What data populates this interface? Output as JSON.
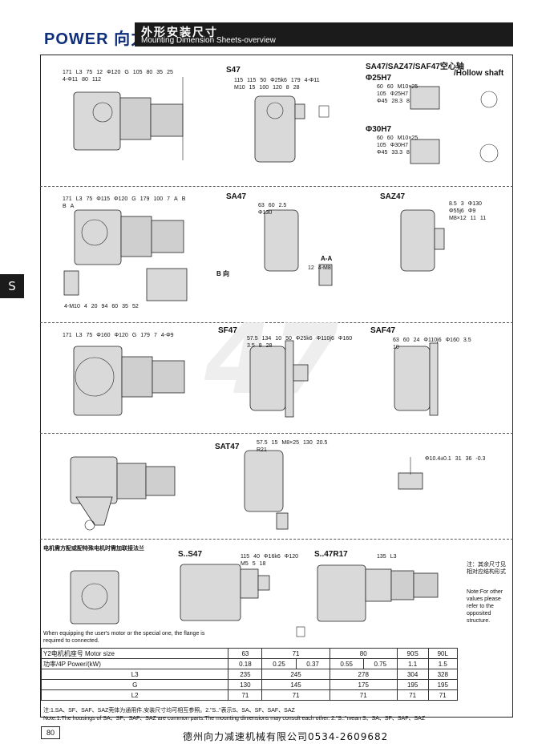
{
  "header": {
    "brand": "POWER 向力",
    "reg_mark": "®",
    "title_cn": "外形安装尺寸",
    "title_en": "Mounting Dimension Sheets-overview"
  },
  "side_tab": "S",
  "watermark": "47",
  "sections": {
    "s47": {
      "title": "S47",
      "side_dims": [
        "171",
        "L3",
        "75",
        "12",
        "Φ120",
        "G",
        "105",
        "80",
        "35",
        "25",
        "4-Φ11",
        "80",
        "112"
      ],
      "front_dims": [
        "115",
        "115",
        "50",
        "Φ25k6",
        "179",
        "4-Φ11",
        "M10",
        "15",
        "100",
        "120",
        "8",
        "28"
      ]
    },
    "hollow": {
      "title": "SA47/SAZ47/SAF47空心轴",
      "subtitle": "/Hollow shaft",
      "d1": "Φ25H7",
      "d1_dims": [
        "60",
        "60",
        "M10×25",
        "105",
        "Φ25H7",
        "Φ45",
        "28.3",
        "8"
      ],
      "d2": "Φ30H7",
      "d2_dims": [
        "60",
        "60",
        "M10×25",
        "105",
        "Φ30H7",
        "Φ45",
        "33.3",
        "8"
      ]
    },
    "sa47": {
      "title": "SA47",
      "side_dims": [
        "171",
        "L3",
        "75",
        "Φ115",
        "Φ120",
        "G",
        "179",
        "100",
        "7",
        "A",
        "B",
        "B",
        "A"
      ],
      "front_dims": [
        "63",
        "60",
        "2.5",
        "Φ130"
      ],
      "section_aa": "A-A",
      "aa_dims": [
        "12",
        "4-M8"
      ],
      "bb_label": "B 向",
      "bottom_dims": [
        "4-M10",
        "4",
        "20",
        "94",
        "60",
        "35",
        "52"
      ]
    },
    "saz47": {
      "title": "SAZ47",
      "dims": [
        "8.5",
        "3",
        "Φ130",
        "Φ55j6",
        "Φ9",
        "M8×12",
        "11",
        "11"
      ]
    },
    "sf47": {
      "title": "SF47",
      "side_dims": [
        "171",
        "L3",
        "75",
        "Φ160",
        "Φ120",
        "G",
        "179",
        "7",
        "4-Φ9"
      ],
      "front_dims": [
        "57.5",
        "134",
        "10",
        "50",
        "Φ25k6",
        "Φ110j6",
        "Φ160",
        "3.5",
        "8",
        "28"
      ]
    },
    "saf47": {
      "title": "SAF47",
      "dims": [
        "63",
        "60",
        "24",
        "Φ110j6",
        "Φ160",
        "3.5",
        "10"
      ]
    },
    "sat47": {
      "title": "SAT47",
      "dims": [
        "57.5",
        "15",
        "M8×25",
        "130",
        "20.5",
        "R21"
      ],
      "arm_dims": [
        "Φ10.4±0.1",
        "31",
        "36",
        "-0.3"
      ]
    },
    "motor_flange": {
      "caption": "电机需方配或配特殊电机时需加联接法兰"
    },
    "s_s47": {
      "title": "S..S47",
      "dims": [
        "115",
        "40",
        "Φ16k6",
        "Φ120",
        "M5",
        "5",
        "18"
      ]
    },
    "s_47r17": {
      "title": "S..47R17",
      "dims": [
        "135",
        "L3"
      ]
    },
    "side_note": {
      "cn": "注：其余尺寸见相对应结构形式",
      "en": "Note:For other values please refer to the opposited structure."
    },
    "motor_note": "When equipping the user's motor or the special one, the flange is required to connected."
  },
  "spec_table": {
    "head1": "Y2电机机座号 Motor size",
    "sizes": [
      "63",
      "71",
      "80",
      "90S",
      "90L"
    ],
    "head2": "功率/4P Power/(kW)",
    "powers": [
      "0.18",
      "0.25",
      "0.37",
      "0.55",
      "0.75",
      "1.1",
      "1.5"
    ],
    "rows": [
      {
        "label": "L3",
        "values": [
          "235",
          "245",
          "278",
          "304",
          "328"
        ]
      },
      {
        "label": "G",
        "values": [
          "130",
          "145",
          "175",
          "195",
          "195"
        ]
      },
      {
        "label": "L2",
        "values": [
          "71",
          "71",
          "71",
          "71",
          "71"
        ]
      }
    ]
  },
  "notes": {
    "cn": "注:1.SA、SF、SAF、SAZ壳体为通用件,安装尺寸均可相互参照。2.\"S..\"表示S、SA、SF、SAF、SAZ",
    "en": "Note:1.The housings of SA、SF、SAF、SAZ are common parts.The mounting dimensions may consult each other. 2.\"S..\"mean S、SA、SF、SAF、SAZ"
  },
  "page_number": "80",
  "footer": "德州向力减速机械有限公司0534-2609682"
}
